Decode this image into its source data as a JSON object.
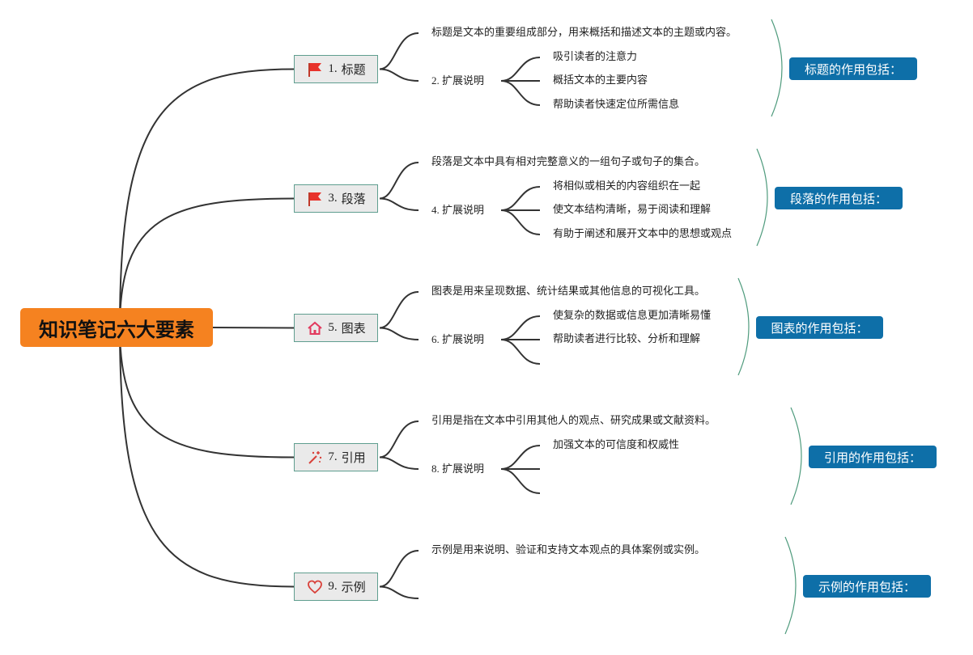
{
  "root": {
    "title": "知识笔记六大要素"
  },
  "branches": [
    {
      "num": "1.",
      "label": "标题",
      "icon": "red-flag-icon",
      "desc": "标题是文本的重要组成部分，用来概括和描述文本的主题或内容。",
      "ext_num": "2.",
      "ext_label": "扩展说明",
      "items": [
        "吸引读者的注意力",
        "概括文本的主要内容",
        "帮助读者快速定位所需信息"
      ],
      "summary": "标题的作用包括："
    },
    {
      "num": "3.",
      "label": "段落",
      "icon": "red-flag-icon",
      "desc": "段落是文本中具有相对完整意义的一组句子或句子的集合。",
      "ext_num": "4.",
      "ext_label": "扩展说明",
      "items": [
        "将相似或相关的内容组织在一起",
        "使文本结构清晰，易于阅读和理解",
        "有助于阐述和展开文本中的思想或观点"
      ],
      "summary": "段落的作用包括："
    },
    {
      "num": "5.",
      "label": "图表",
      "icon": "house-icon",
      "desc": "图表是用来呈现数据、统计结果或其他信息的可视化工具。",
      "ext_num": "6.",
      "ext_label": "扩展说明",
      "items": [
        "使复杂的数据或信息更加清晰易懂",
        "帮助读者进行比较、分析和理解",
        ""
      ],
      "summary": "图表的作用包括："
    },
    {
      "num": "7.",
      "label": "引用",
      "icon": "magic-wand-icon",
      "desc": "引用是指在文本中引用其他人的观点、研究成果或文献资料。",
      "ext_num": "8.",
      "ext_label": "扩展说明",
      "items": [
        "加强文本的可信度和权威性",
        "",
        ""
      ],
      "summary": "引用的作用包括："
    },
    {
      "num": "9.",
      "label": "示例",
      "icon": "heart-icon",
      "desc": "示例是用来说明、验证和支持文本观点的具体案例或实例。",
      "summary": "示例的作用包括："
    }
  ],
  "colors": {
    "root": "#f58220",
    "summary": "#0e6fa8",
    "branch_border": "#5f9e8f",
    "bracket": "#4f9b7d",
    "line": "#333333"
  }
}
